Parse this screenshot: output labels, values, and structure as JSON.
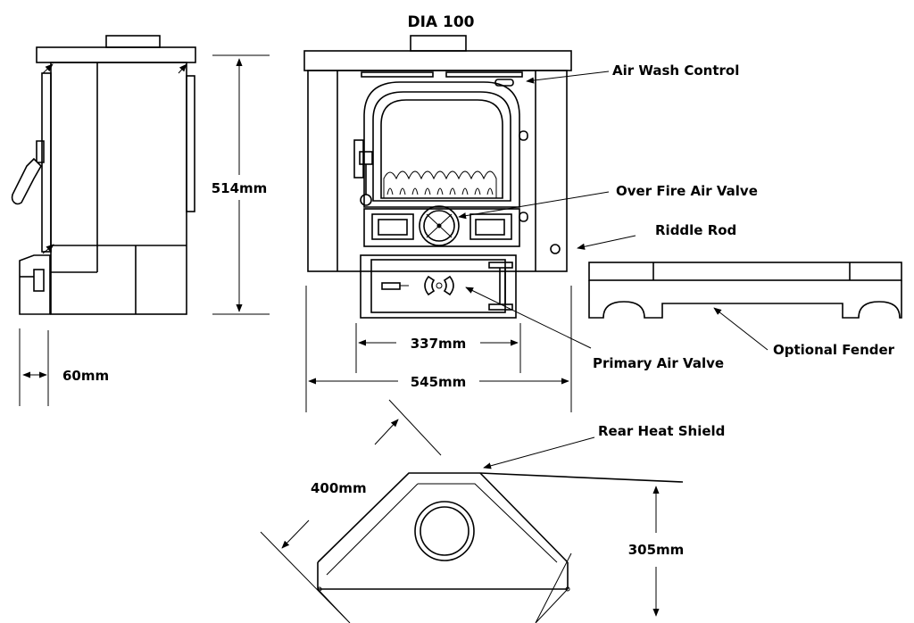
{
  "title": "DIA 100",
  "callouts": {
    "air_wash_control": "Air Wash Control",
    "over_fire_air_valve": "Over Fire Air Valve",
    "riddle_rod": "Riddle Rod",
    "primary_air_valve": "Primary Air Valve",
    "optional_fender": "Optional Fender",
    "rear_heat_shield": "Rear Heat Shield"
  },
  "dimensions": {
    "height": "514mm",
    "depth_offset": "60mm",
    "firebox_width": "337mm",
    "overall_width": "545mm",
    "shield_side": "400mm",
    "shield_depth": "305mm"
  }
}
